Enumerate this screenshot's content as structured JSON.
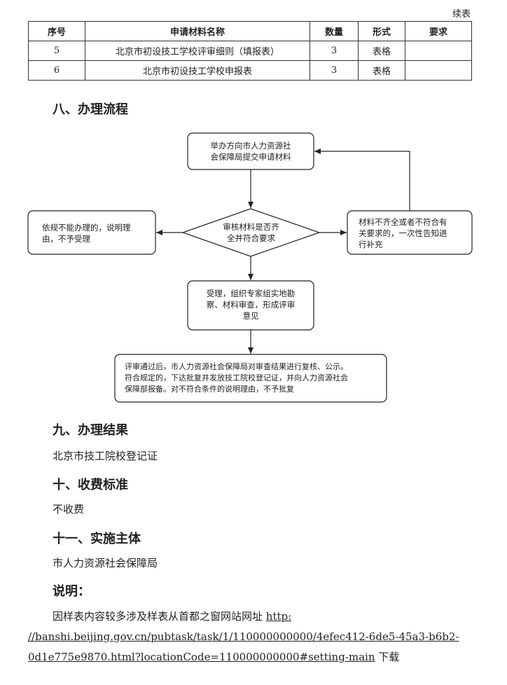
{
  "continuation_label": "续表",
  "table": {
    "headers": [
      "序号",
      "申请材料名称",
      "数量",
      "形式",
      "要求"
    ],
    "rows": [
      {
        "no": "5",
        "name": "北京市初设技工学校评审细则（填报表）",
        "qty": "3",
        "form": "表格",
        "req": ""
      },
      {
        "no": "6",
        "name": "北京市初设技工学校申报表",
        "qty": "3",
        "form": "表格",
        "req": ""
      }
    ]
  },
  "sections": {
    "process_title": "八、办理流程",
    "result_title": "九、办理结果",
    "result_text": "北京市技工院校登记证",
    "fee_title": "十、收费标准",
    "fee_text": "不收费",
    "subject_title": "十一、实施主体",
    "subject_text": "市人力资源社会保障局",
    "note_title": "说明："
  },
  "flowchart": {
    "submit": [
      "举办方向市人力资源社",
      "会保障局提交申请材料"
    ],
    "review": [
      "审核材料是否齐",
      "全并符合要求"
    ],
    "reject": [
      "依规不能办理的，说明理",
      "由，不予受理"
    ],
    "supplement": [
      "材料不齐全或者不符合有",
      "关要求的，一次性告知进",
      "行补充"
    ],
    "accept": [
      "受理，组织专家组实地勘",
      "察、材料审查，形成评审",
      "意见"
    ],
    "approve": [
      "评审通过后，市人力资源社会保障局对审查结果进行复核、公示。",
      "符合规定的，下达批复并发放技工院校登记证，并向人力资源社会",
      "保障部报备。对不符合条件的说明理由，不予批复"
    ]
  },
  "note": {
    "prefix": "因样表内容较多涉及样表从首都之窗网站网址 ",
    "url": "http: //banshi.beijing.gov.cn/pubtask/task/1/110000000000/4efec412-6de5-45a3-b6b2-0d1e775e9870.html?locationCode=110000000000#setting-main",
    "suffix": " 下载"
  }
}
